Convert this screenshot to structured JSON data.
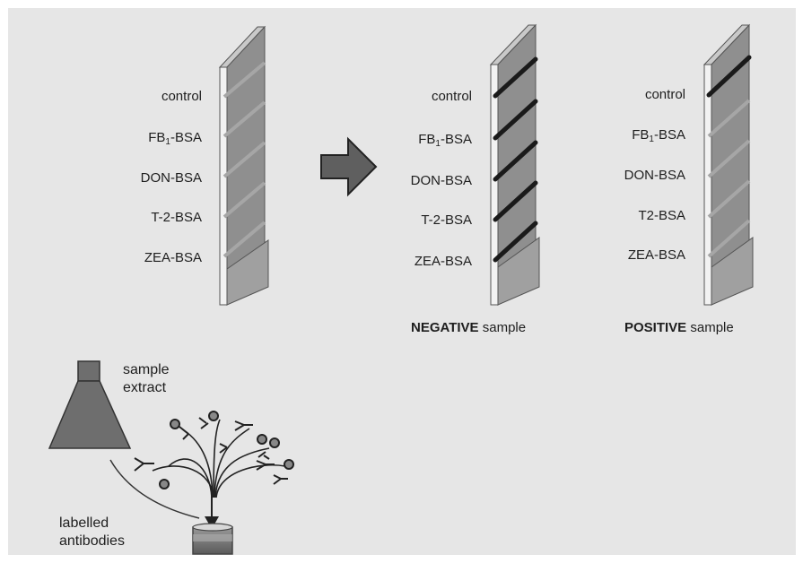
{
  "strip_left": {
    "labels": [
      "control",
      "FB1-BSA",
      "DON-BSA",
      "T-2-BSA",
      "ZEA-BSA"
    ]
  },
  "strip_negative": {
    "labels": [
      "control",
      "FB1-BSA",
      "DON-BSA",
      "T-2-BSA",
      "ZEA-BSA"
    ],
    "caption_bold": "NEGATIVE",
    "caption_rest": " sample"
  },
  "strip_positive": {
    "labels": [
      "control",
      "FB1-BSA",
      "DON-BSA",
      "T2-BSA",
      "ZEA-BSA"
    ],
    "caption_bold": "POSITIVE",
    "caption_rest": " sample"
  },
  "flask": {
    "line1": "sample",
    "line2": "extract"
  },
  "antibodies": {
    "line1": "labelled",
    "line2": "antibodies"
  },
  "colors": {
    "panel": "#e6e6e6",
    "strip_face": "#8f8f8f",
    "strip_top": "#c4c4c4",
    "line_faint": "#a8a8a8",
    "line_dark": "#1a1a1a",
    "arrow": "#5f5f5f"
  }
}
